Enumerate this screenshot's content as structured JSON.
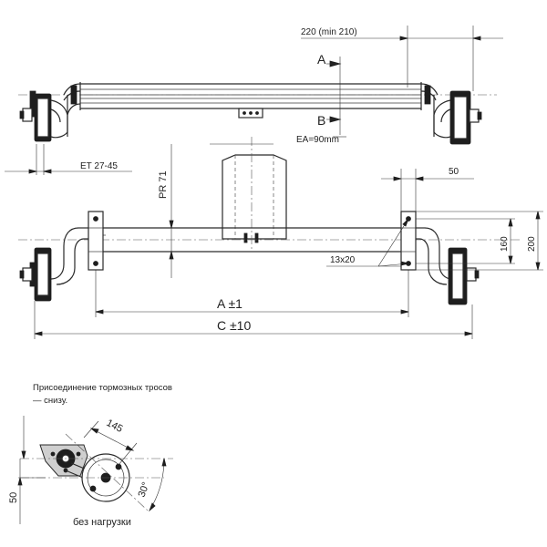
{
  "top_view": {
    "dim_track_label": "220 (min 210)",
    "section_a": "A",
    "section_b": "B",
    "ea_label": "EA=90mm",
    "et_label": "ET 27-45"
  },
  "front_view": {
    "pr_label": "PR 71",
    "dim_50": "50",
    "dim_160": "160",
    "dim_200": "200",
    "hole_label": "13x20",
    "dim_a": "A ±1",
    "dim_c": "C ±10"
  },
  "detail_view": {
    "note_line1": "Присоединение тормозных тросов",
    "note_line2": "— снизу.",
    "dim_145": "145",
    "dim_50": "50",
    "angle_30": "30°",
    "caption": "без нагрузки"
  }
}
